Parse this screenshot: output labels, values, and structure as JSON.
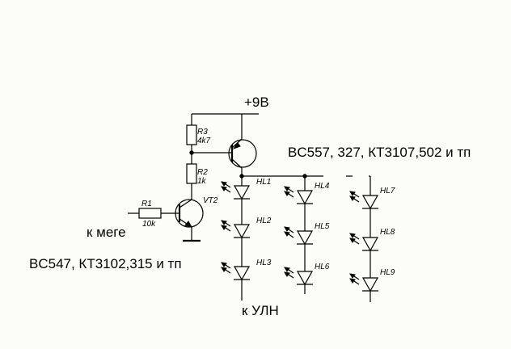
{
  "supply_label": "+9В",
  "pnp_transistor_note": "BC557, 327, КТ3107,502 и тп",
  "npn_transistor_note": "BC547, КТ3102,315 и тп",
  "input_label": "к меге",
  "output_label": "к УЛН",
  "components": {
    "r1": {
      "ref": "R1",
      "value": "10k"
    },
    "r2": {
      "ref": "R2",
      "value": "1k"
    },
    "r3": {
      "ref": "R3",
      "value": "4k7"
    },
    "vt2": {
      "ref": "VT2"
    },
    "leds": [
      "HL1",
      "HL2",
      "HL3",
      "HL4",
      "HL5",
      "HL6",
      "HL7",
      "HL8",
      "HL9"
    ]
  }
}
